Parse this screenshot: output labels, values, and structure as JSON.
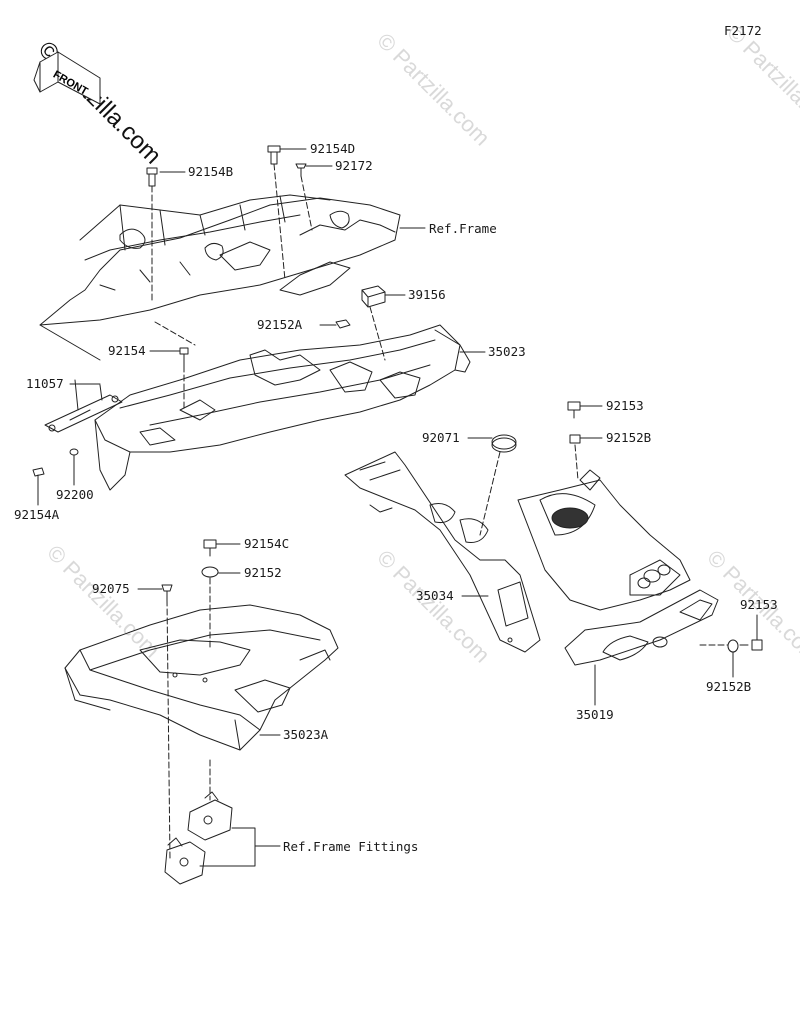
{
  "diagram": {
    "figure_code": "F2172",
    "watermark": "© Partzilla.com",
    "front_label": "FRONT",
    "labels": [
      {
        "id": "92154D",
        "text": "92154D"
      },
      {
        "id": "92172",
        "text": "92172"
      },
      {
        "id": "92154B",
        "text": "92154B"
      },
      {
        "id": "ref-frame",
        "text": "Ref.Frame"
      },
      {
        "id": "39156",
        "text": "39156"
      },
      {
        "id": "92152A",
        "text": "92152A"
      },
      {
        "id": "35023",
        "text": "35023"
      },
      {
        "id": "92154",
        "text": "92154"
      },
      {
        "id": "11057",
        "text": "11057"
      },
      {
        "id": "92153-top",
        "text": "92153"
      },
      {
        "id": "92152B-top",
        "text": "92152B"
      },
      {
        "id": "92071",
        "text": "92071"
      },
      {
        "id": "92200",
        "text": "92200"
      },
      {
        "id": "92154A",
        "text": "92154A"
      },
      {
        "id": "92154C",
        "text": "92154C"
      },
      {
        "id": "92152",
        "text": "92152"
      },
      {
        "id": "92075",
        "text": "92075"
      },
      {
        "id": "35034",
        "text": "35034"
      },
      {
        "id": "92153-right",
        "text": "92153"
      },
      {
        "id": "92152B-right",
        "text": "92152B"
      },
      {
        "id": "35019",
        "text": "35019"
      },
      {
        "id": "35023A",
        "text": "35023A"
      },
      {
        "id": "ref-frame-fittings",
        "text": "Ref.Frame Fittings"
      }
    ]
  }
}
